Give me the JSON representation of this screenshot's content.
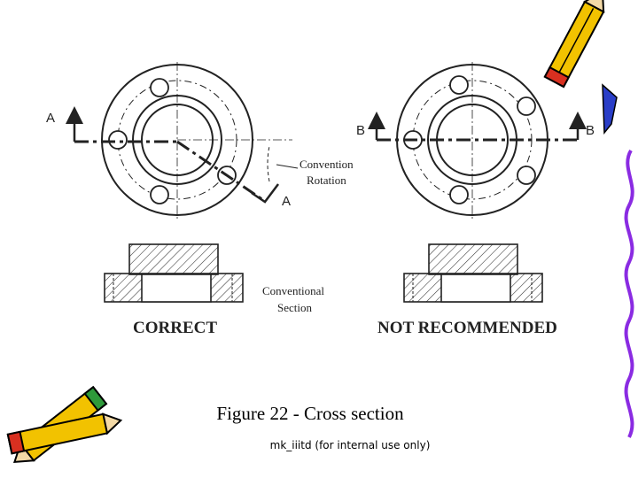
{
  "left_view": {
    "section_mark_start": "A",
    "section_mark_end": "A",
    "rotation_note_line1": "Convention",
    "rotation_note_line2": "Rotation",
    "section_note_line1": "Conventional",
    "section_note_line2": "Section",
    "verdict": "CORRECT"
  },
  "right_view": {
    "section_mark_start": "B",
    "section_mark_end": "B",
    "verdict": "NOT RECOMMENDED"
  },
  "caption": "Figure 22 - Cross section",
  "footer": "mk_iiitd (for internal use only)",
  "colors": {
    "line": "#222222",
    "pencil_yellow": "#f2c200",
    "pencil_red": "#d83020",
    "pencil_green": "#2e9a3a",
    "pencil_blue": "#2a3ec8",
    "border_purple": "#8a2be2"
  },
  "decorations": [
    "pencil-clipart-icon",
    "pencils-clipart-icon",
    "wavy-border-icon"
  ]
}
